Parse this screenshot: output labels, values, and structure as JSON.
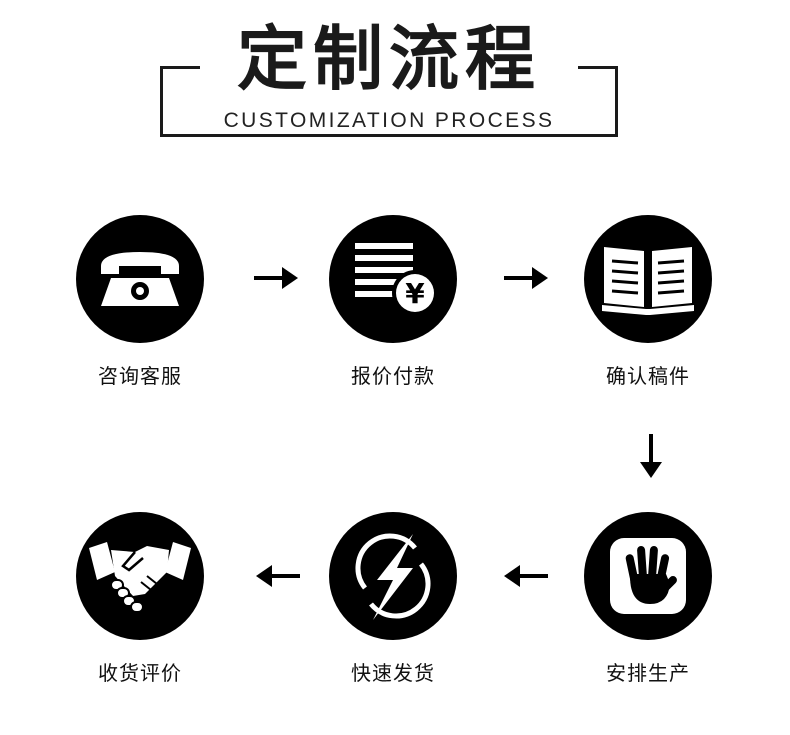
{
  "title": {
    "main": "定制流程",
    "sub": "CUSTOMIZATION PROCESS"
  },
  "steps": [
    {
      "label": "咨询客服",
      "icon": "telephone-icon"
    },
    {
      "label": "报价付款",
      "icon": "payment-yen-icon"
    },
    {
      "label": "确认稿件",
      "icon": "open-book-icon"
    },
    {
      "label": "安排生产",
      "icon": "hand-icon"
    },
    {
      "label": "快速发货",
      "icon": "lightning-icon"
    },
    {
      "label": "收货评价",
      "icon": "handshake-icon"
    }
  ],
  "icon_glyphs": {
    "yen": "¥"
  },
  "colors": {
    "background": "#ffffff",
    "circle": "#000000",
    "icon": "#ffffff",
    "text": "#111111"
  }
}
